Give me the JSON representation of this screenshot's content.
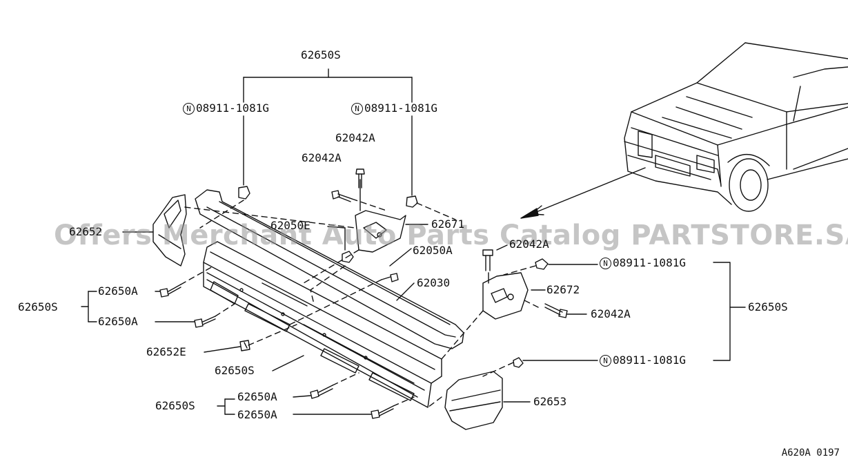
{
  "labels": {
    "top_kit": "62650S",
    "nut_left": "08911-1081G",
    "nut_center": "08911-1081G",
    "nut_right_top": "08911-1081G",
    "nut_right_bottom": "08911-1081G",
    "nut_prefix": "N",
    "bolt_top": "62042A",
    "bolt_top2": "62042A",
    "left_end": "62652",
    "clip_center": "62050E",
    "bracket_left": "62671",
    "bolt_right_top": "62042A",
    "clip_right": "62050A",
    "bumper_face": "62030",
    "bracket_right": "62672",
    "bolt_right_mid": "62042A",
    "kit_right": "62650S",
    "kit_left_mid": "62650S",
    "bolt_a1": "62650A",
    "bolt_a2": "62650A",
    "clip_bottom": "62652E",
    "reinforcement": "62650S",
    "kit_left_bottom": "62650S",
    "bolt_a3": "62650A",
    "bolt_a4": "62650A",
    "right_end": "62653"
  },
  "watermark": "Offers Merchant Auto Parts Catalog PARTSTORE.SA",
  "ref_code": "A620A 0197"
}
